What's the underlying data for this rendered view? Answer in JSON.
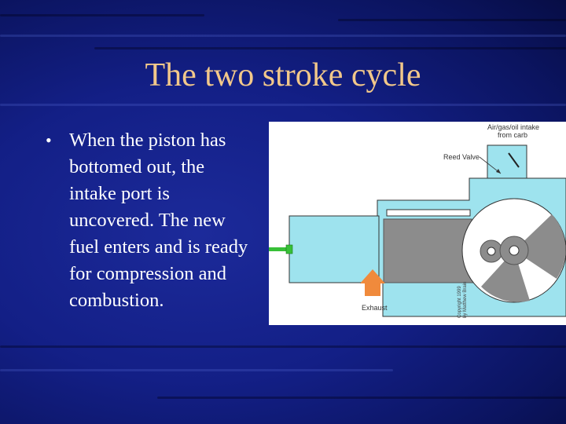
{
  "slide": {
    "title": "The two stroke cycle",
    "bullet_symbol": "•",
    "bullet_text": "When the piston has\nbottomed out, the\nintake port is\nuncovered.  The new\nfuel enters and is ready\nfor compression and\ncombustion."
  },
  "diagram": {
    "label_intake_line1": "Air/gas/oil intake",
    "label_intake_line2": "from carb",
    "label_reed_valve": "Reed Valve",
    "label_exhaust": "Exhaust",
    "label_copyright_line1": "Copyright 1999",
    "label_copyright_line2": "by Matthew Brain"
  },
  "colors": {
    "title": "#f2c88a",
    "bullet_text": "#ffffff",
    "cylinder_fill": "#9ee3ee",
    "piston": "#8c8c8c",
    "exhaust_arrow": "#f08a3c",
    "spark_plug": "#38c038"
  }
}
